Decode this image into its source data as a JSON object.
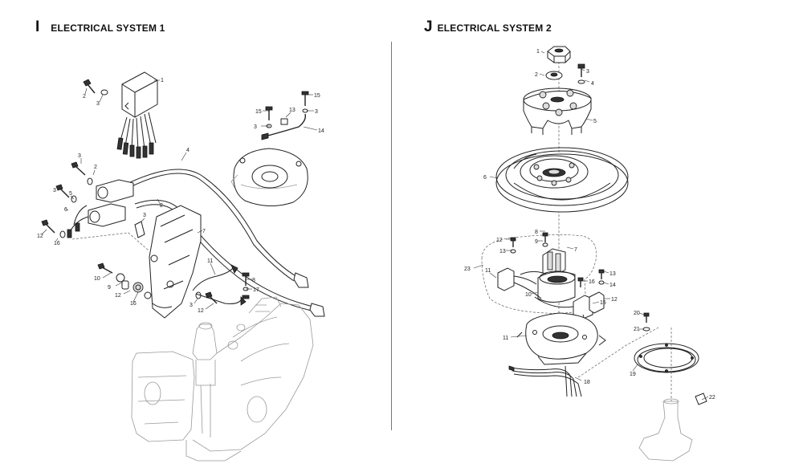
{
  "left": {
    "letter": "I",
    "title": "ELECTRICAL SYSTEM 1",
    "callouts": [
      "1",
      "2",
      "3",
      "15",
      "15",
      "13",
      "3",
      "3",
      "14",
      "4",
      "3",
      "2",
      "3",
      "5",
      "2",
      "6",
      "3",
      "7",
      "12",
      "16",
      "11",
      "8",
      "17",
      "10",
      "9",
      "12",
      "16",
      "3",
      "12"
    ]
  },
  "right": {
    "letter": "J",
    "title": "ELECTRICAL SYSTEM 2",
    "callouts": [
      "1",
      "3",
      "4",
      "2",
      "5",
      "6",
      "8",
      "12",
      "7",
      "9",
      "13",
      "23",
      "11",
      "13",
      "16",
      "14",
      "10",
      "15",
      "12",
      "20",
      "21",
      "11",
      "19",
      "18",
      "22"
    ]
  }
}
